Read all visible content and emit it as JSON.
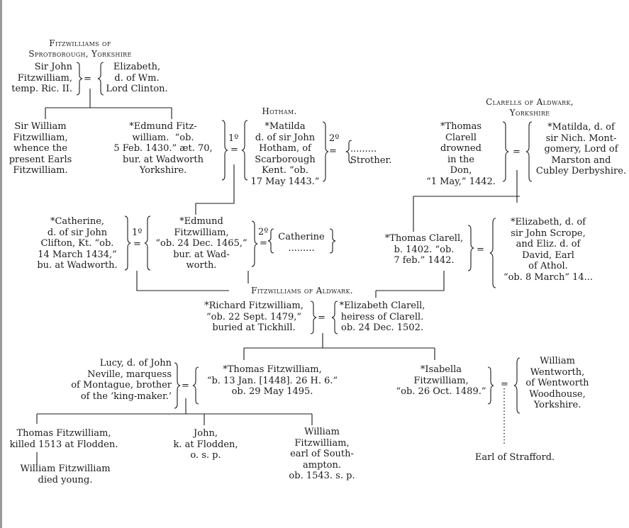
{
  "headings": {
    "spr_1": "Fitzwilliams of",
    "spr_2": "Sprotborough, Yorkshire",
    "hotham": "Hotham.",
    "clar_1": "Clarells of Aldwark,",
    "clar_2": "Yorkshire",
    "aldwark": "Fitzwilliams of Aldwark."
  },
  "persons": {
    "sir_john": "Sir John\nFitzwilliam,\ntemp. Ric. II.",
    "elizabeth_clinton": "Elizabeth,\nd. of Wm.\nLord Clinton.",
    "sir_william": "Sir William\nFitzwilliam,\nwhence the\npresent Earls\nFitzwilliam.",
    "edmund_1430": "*Edmund Fitz-\nwilliam.  “ob.\n5 Feb. 1430.” æt. 70,\nbur. at Wadworth\nYorkshire.",
    "matilda_hotham": "*Matilda\nd. of sir John\nHotham, of\nScarborough\nKent. “ob.\n17 May 1443.”",
    "strother": ".........\nStrother.",
    "thomas_clarell_1442": "*Thomas\nClarell\ndrowned\nin the\nDon,\n“1 May,” 1442.",
    "matilda_montgomery": "*Matilda, d. of\nsir Nich. Mont-\ngomery, Lord of\nMarston and\nCubley Derbyshire.",
    "catherine_clifton": "*Catherine,\nd. of sir John\nClifton, Kt. “ob.\n14 March 1434,”\nbu. at Wadworth.",
    "edmund_1465": "*Edmund\nFitzwilliam,\n“ob. 24 Dec. 1465,”\nbur. at Wad-\nworth.",
    "catherine_2": "Catherine\n.........",
    "thomas_clarell_1402": "*Thomas Clarell,\nb. 1402. “ob.\n7 feb.” 1442.",
    "elizabeth_scrope": "*Elizabeth, d. of\nsir John Scrope,\nand Eliz. d. of\nDavid, Earl\nof Athol.\n“ob. 8 March” 14...",
    "richard": "*Richard Fitzwilliam,\n“ob. 22 Sept. 1479,”\nburied at Tickhill.",
    "elizabeth_clarell": "*Elizabeth Clarell,\nheiress of Clarell.\nob. 24 Dec. 1502.",
    "lucy_neville": "Lucy, d. of John\nNeville, marquess\nof Montague, brother\nof the ‘king-maker.’",
    "thomas_1448": "*Thomas Fitzwilliam,\n“b. 13 Jan. [1448]. 26 H. 6.”\nob. 29 May 1495.",
    "isabella": "*Isabella\nFitzwilliam,\n“ob. 26 Oct. 1489.”",
    "william_wentworth": "William\nWentworth,\nof Wentworth\nWoodhouse,\nYorkshire.",
    "thomas_1513": "Thomas Fitzwilliam,\nkilled 1513 at Flodden.",
    "john": "John,\nk. at Flodden,\no. s. p.",
    "william_southampton": "William\nFitzwilliam,\nearl of South-\nampton.\nob. 1543. s. p.",
    "william_young": "William Fitzwilliam\ndied young.",
    "strafford": "Earl of Strafford."
  },
  "marks": {
    "equals": "=",
    "first": "1º",
    "second": "2º"
  }
}
